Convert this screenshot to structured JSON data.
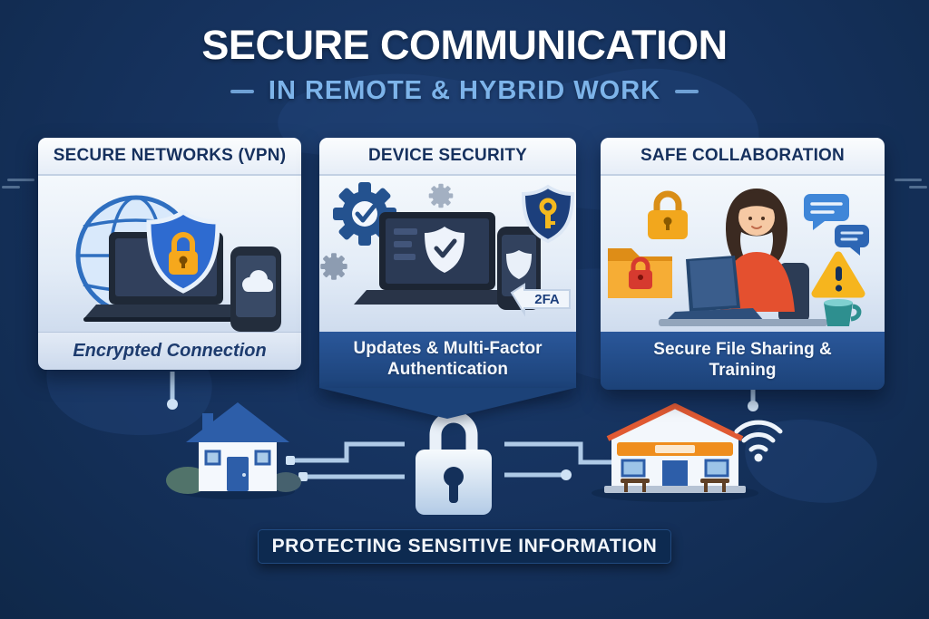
{
  "header": {
    "title": "SECURE COMMUNICATION",
    "subtitle": "IN REMOTE & HYBRID WORK"
  },
  "cards": [
    {
      "title": "SECURE NETWORKS (VPN)",
      "caption": "Encrypted Connection",
      "icons": [
        "globe-icon",
        "laptop-icon",
        "shield-lock-icon",
        "smartphone-cloud-icon"
      ]
    },
    {
      "title": "DEVICE SECURITY",
      "caption": "Updates & Multi-Factor Authentication",
      "badge": "2FA",
      "icons": [
        "gear-check-icon",
        "gear-icon",
        "laptop-shield-icon",
        "smartphone-shield-icon",
        "shield-key-icon",
        "2fa-badge"
      ]
    },
    {
      "title": "SAFE COLLABORATION",
      "caption": "Secure File Sharing & Training",
      "icons": [
        "padlock-icon",
        "folder-lock-icon",
        "woman-at-laptop-illustration",
        "chat-bubbles-icon",
        "warning-triangle-icon",
        "coffee-cup-icon"
      ]
    }
  ],
  "network": {
    "nodes": [
      "house-icon",
      "central-padlock-icon",
      "cafe-building-icon",
      "wifi-icon"
    ],
    "line_color": "#b7d3ee"
  },
  "footer_banner": "PROTECTING SENSITIVE INFORMATION",
  "colors": {
    "background": "#15315c",
    "title": "#ffffff",
    "subtitle": "#7db4ea",
    "card_banner_dark": "#1c4278",
    "accent_lines": "#b7d3ee",
    "bottom_banner_bg": "#0d2a50",
    "warning_yellow": "#f6b51e",
    "lock_orange": "#f2a71d",
    "person_top_coral": "#e4502f"
  }
}
